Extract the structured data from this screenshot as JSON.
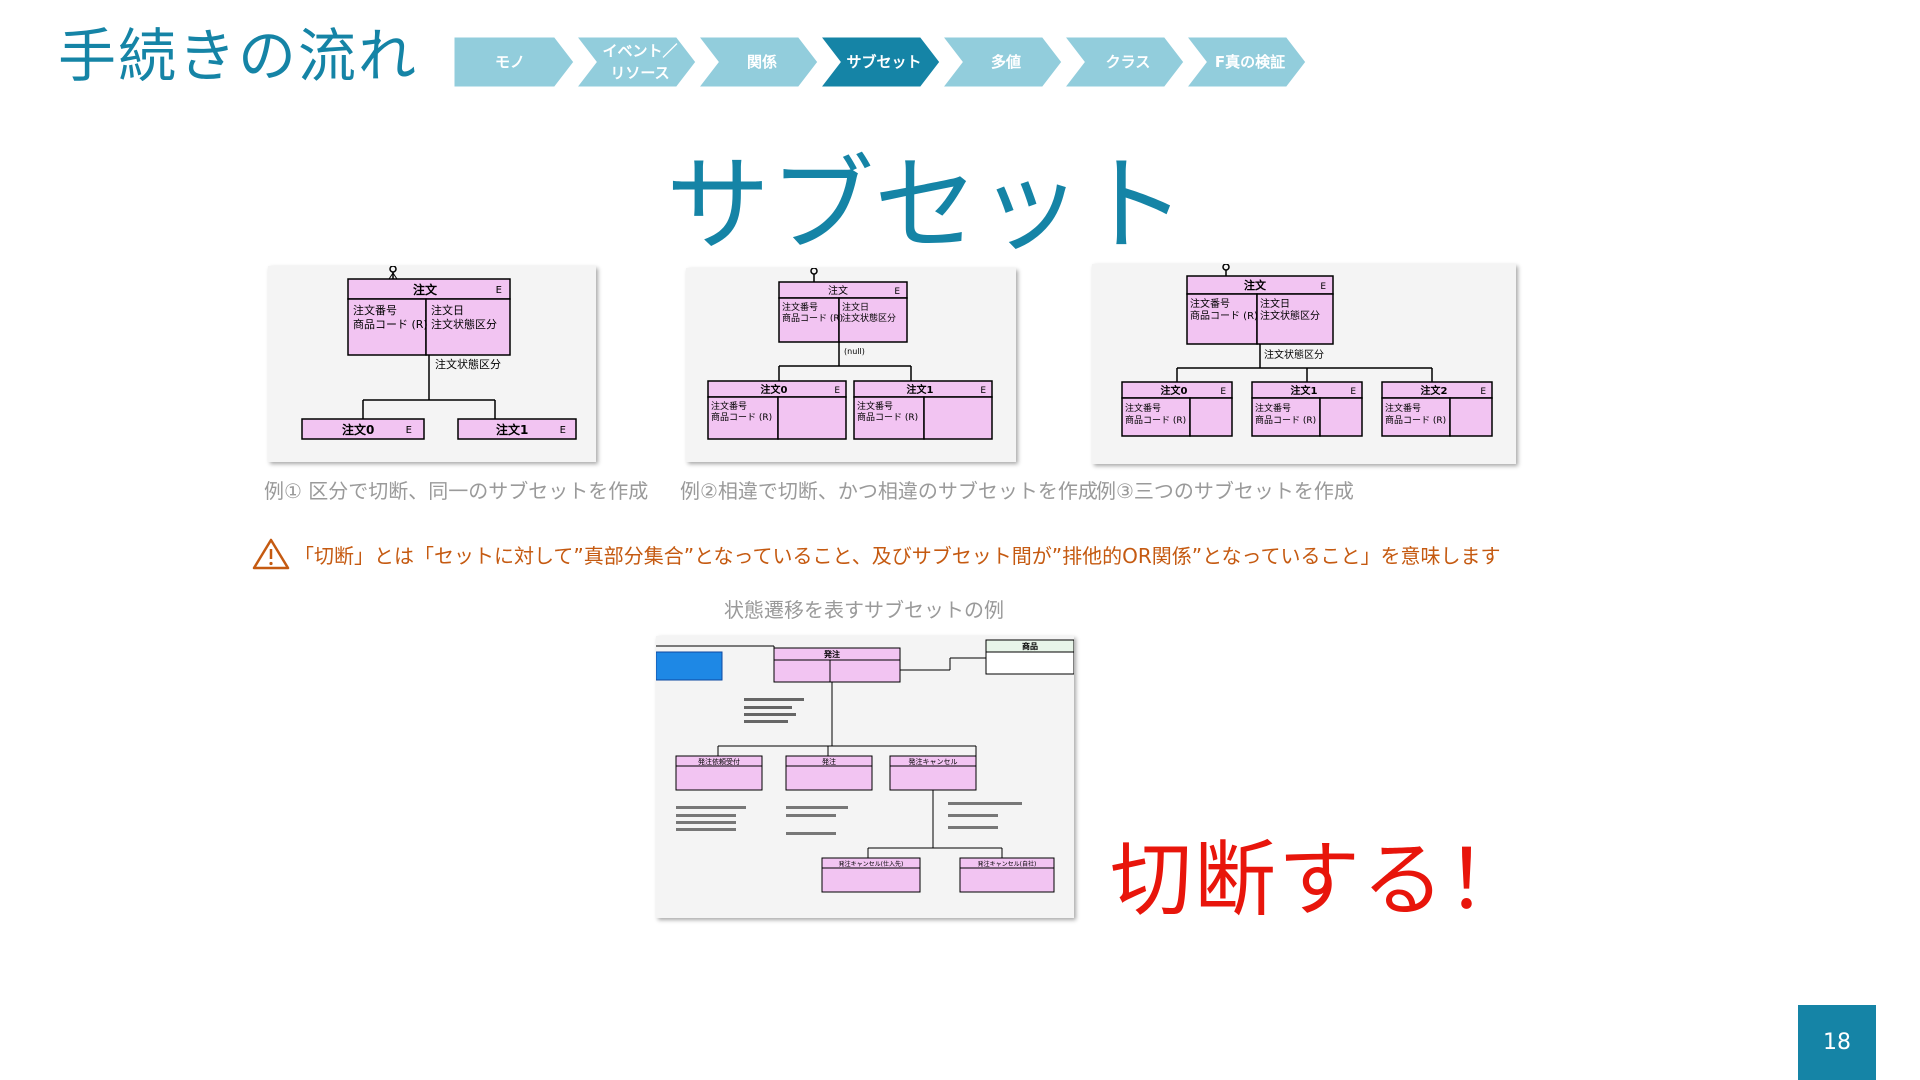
{
  "page": {
    "title": "手続きの流れ",
    "heading": "サブセット",
    "shout": "切断する！",
    "page_number": "18"
  },
  "steps": [
    {
      "lines": [
        "モノ"
      ],
      "active": false
    },
    {
      "lines": [
        "イベント／",
        "リソース"
      ],
      "active": false
    },
    {
      "lines": [
        "関係"
      ],
      "active": false
    },
    {
      "lines": [
        "サブセット"
      ],
      "active": true
    },
    {
      "lines": [
        "多値"
      ],
      "active": false
    },
    {
      "lines": [
        "クラス"
      ],
      "active": false
    },
    {
      "lines": [
        "F真の検証"
      ],
      "active": false
    }
  ],
  "examples": {
    "ex1": {
      "caption": "例① 区分で切断、同一のサブセットを作成",
      "parent": {
        "name": "注文",
        "tag": "E",
        "left": [
          "注文番号",
          "商品コード (R)"
        ],
        "right": [
          "注文日",
          "注文状態区分"
        ]
      },
      "discriminator": "注文状態区分",
      "children": [
        {
          "name": "注文0",
          "tag": "E"
        },
        {
          "name": "注文1",
          "tag": "E"
        }
      ]
    },
    "ex2": {
      "caption": "例②相違で切断、かつ相違のサブセットを作成",
      "parent": {
        "name": "注文",
        "tag": "E",
        "left": [
          "注文番号",
          "商品コード (R)"
        ],
        "right": [
          "注文日",
          "注文状態区分"
        ]
      },
      "discriminator": "(null)",
      "children": [
        {
          "name": "注文0",
          "tag": "E",
          "attrs": [
            "注文番号",
            "商品コード (R)"
          ]
        },
        {
          "name": "注文1",
          "tag": "E",
          "attrs": [
            "注文番号",
            "商品コード (R)"
          ]
        }
      ]
    },
    "ex3": {
      "caption": "例③三つのサブセットを作成",
      "parent": {
        "name": "注文",
        "tag": "E",
        "left": [
          "注文番号",
          "商品コード (R)"
        ],
        "right": [
          "注文日",
          "注文状態区分"
        ]
      },
      "discriminator": "注文状態区分",
      "children": [
        {
          "name": "注文0",
          "tag": "E",
          "attrs": [
            "注文番号",
            "商品コード (R)"
          ]
        },
        {
          "name": "注文1",
          "tag": "E",
          "attrs": [
            "注文番号",
            "商品コード (R)"
          ]
        },
        {
          "name": "注文2",
          "tag": "E",
          "attrs": [
            "注文番号",
            "商品コード (R)"
          ]
        }
      ]
    }
  },
  "warning": {
    "icon": "warning-icon",
    "text": "「切断」とは「セットに対して”真部分集合”となっていること、及びサブセット間が”排他的OR関係”となっていること」を意味します"
  },
  "state_example": {
    "caption": "状態遷移を表すサブセットの例",
    "center": "発注",
    "right_entity": "商品",
    "nodes": [
      "発注依頼受付",
      "発注",
      "発注キャンセル",
      "発注キャンセル(仕入先)",
      "発注キャンセル(自社)"
    ]
  },
  "colors": {
    "accent": "#1584A6",
    "step_inactive": "#92CDDC",
    "step_active": "#1584A6",
    "entity_fill": "#F2C4F2",
    "warning": "#C55A11",
    "shout": "#E8150B"
  }
}
